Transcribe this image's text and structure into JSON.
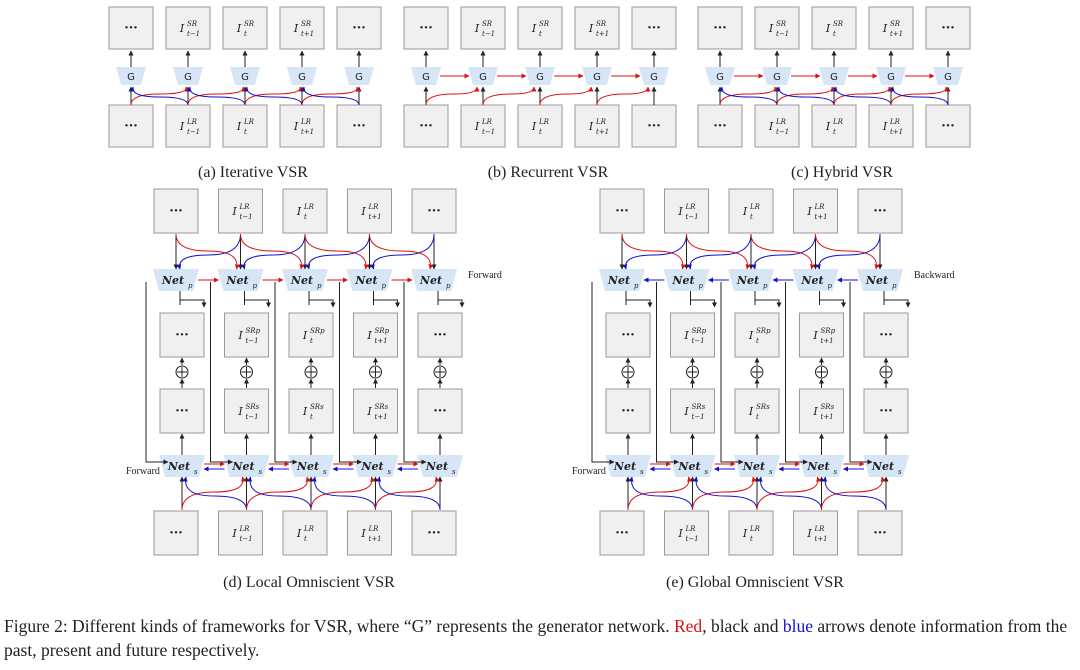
{
  "panels": {
    "a": {
      "caption": "(a) Iterative VSR",
      "gen": "G"
    },
    "b": {
      "caption": "(b) Recurrent VSR",
      "gen": "G"
    },
    "c": {
      "caption": "(c) Hybrid VSR",
      "gen": "G"
    },
    "d": {
      "caption": "(d) Local Omniscient VSR",
      "top_dir": "Forward",
      "bottom_dir": "Forward"
    },
    "e": {
      "caption": "(e) Global Omniscient VSR",
      "top_dir": "Backward",
      "bottom_dir": "Forward"
    }
  },
  "symbols": {
    "dots": "···",
    "I": "I",
    "sr": "SR",
    "lr": "LR",
    "srp": "SRp",
    "srs": "SRs",
    "t_minus": "t−1",
    "t": "t",
    "t_plus": "t+1",
    "net": "Net",
    "net_p": "p",
    "net_s": "s",
    "oplus": "⊕"
  },
  "caption": {
    "prefix": "Figure 2: Different kinds of frameworks for VSR, where “G” represents the generator network. ",
    "red_word": "Red",
    "middle": ", black and ",
    "blue_word": "blue",
    "suffix": " arrows denote information from the past, present and future respectively."
  },
  "colors": {
    "red": "#dd1111",
    "blue": "#1111cc",
    "black": "#222222",
    "module_fill": "#d6e6f7",
    "box_fill": "#f0f0f0",
    "box_stroke": "#9a9a9a"
  }
}
